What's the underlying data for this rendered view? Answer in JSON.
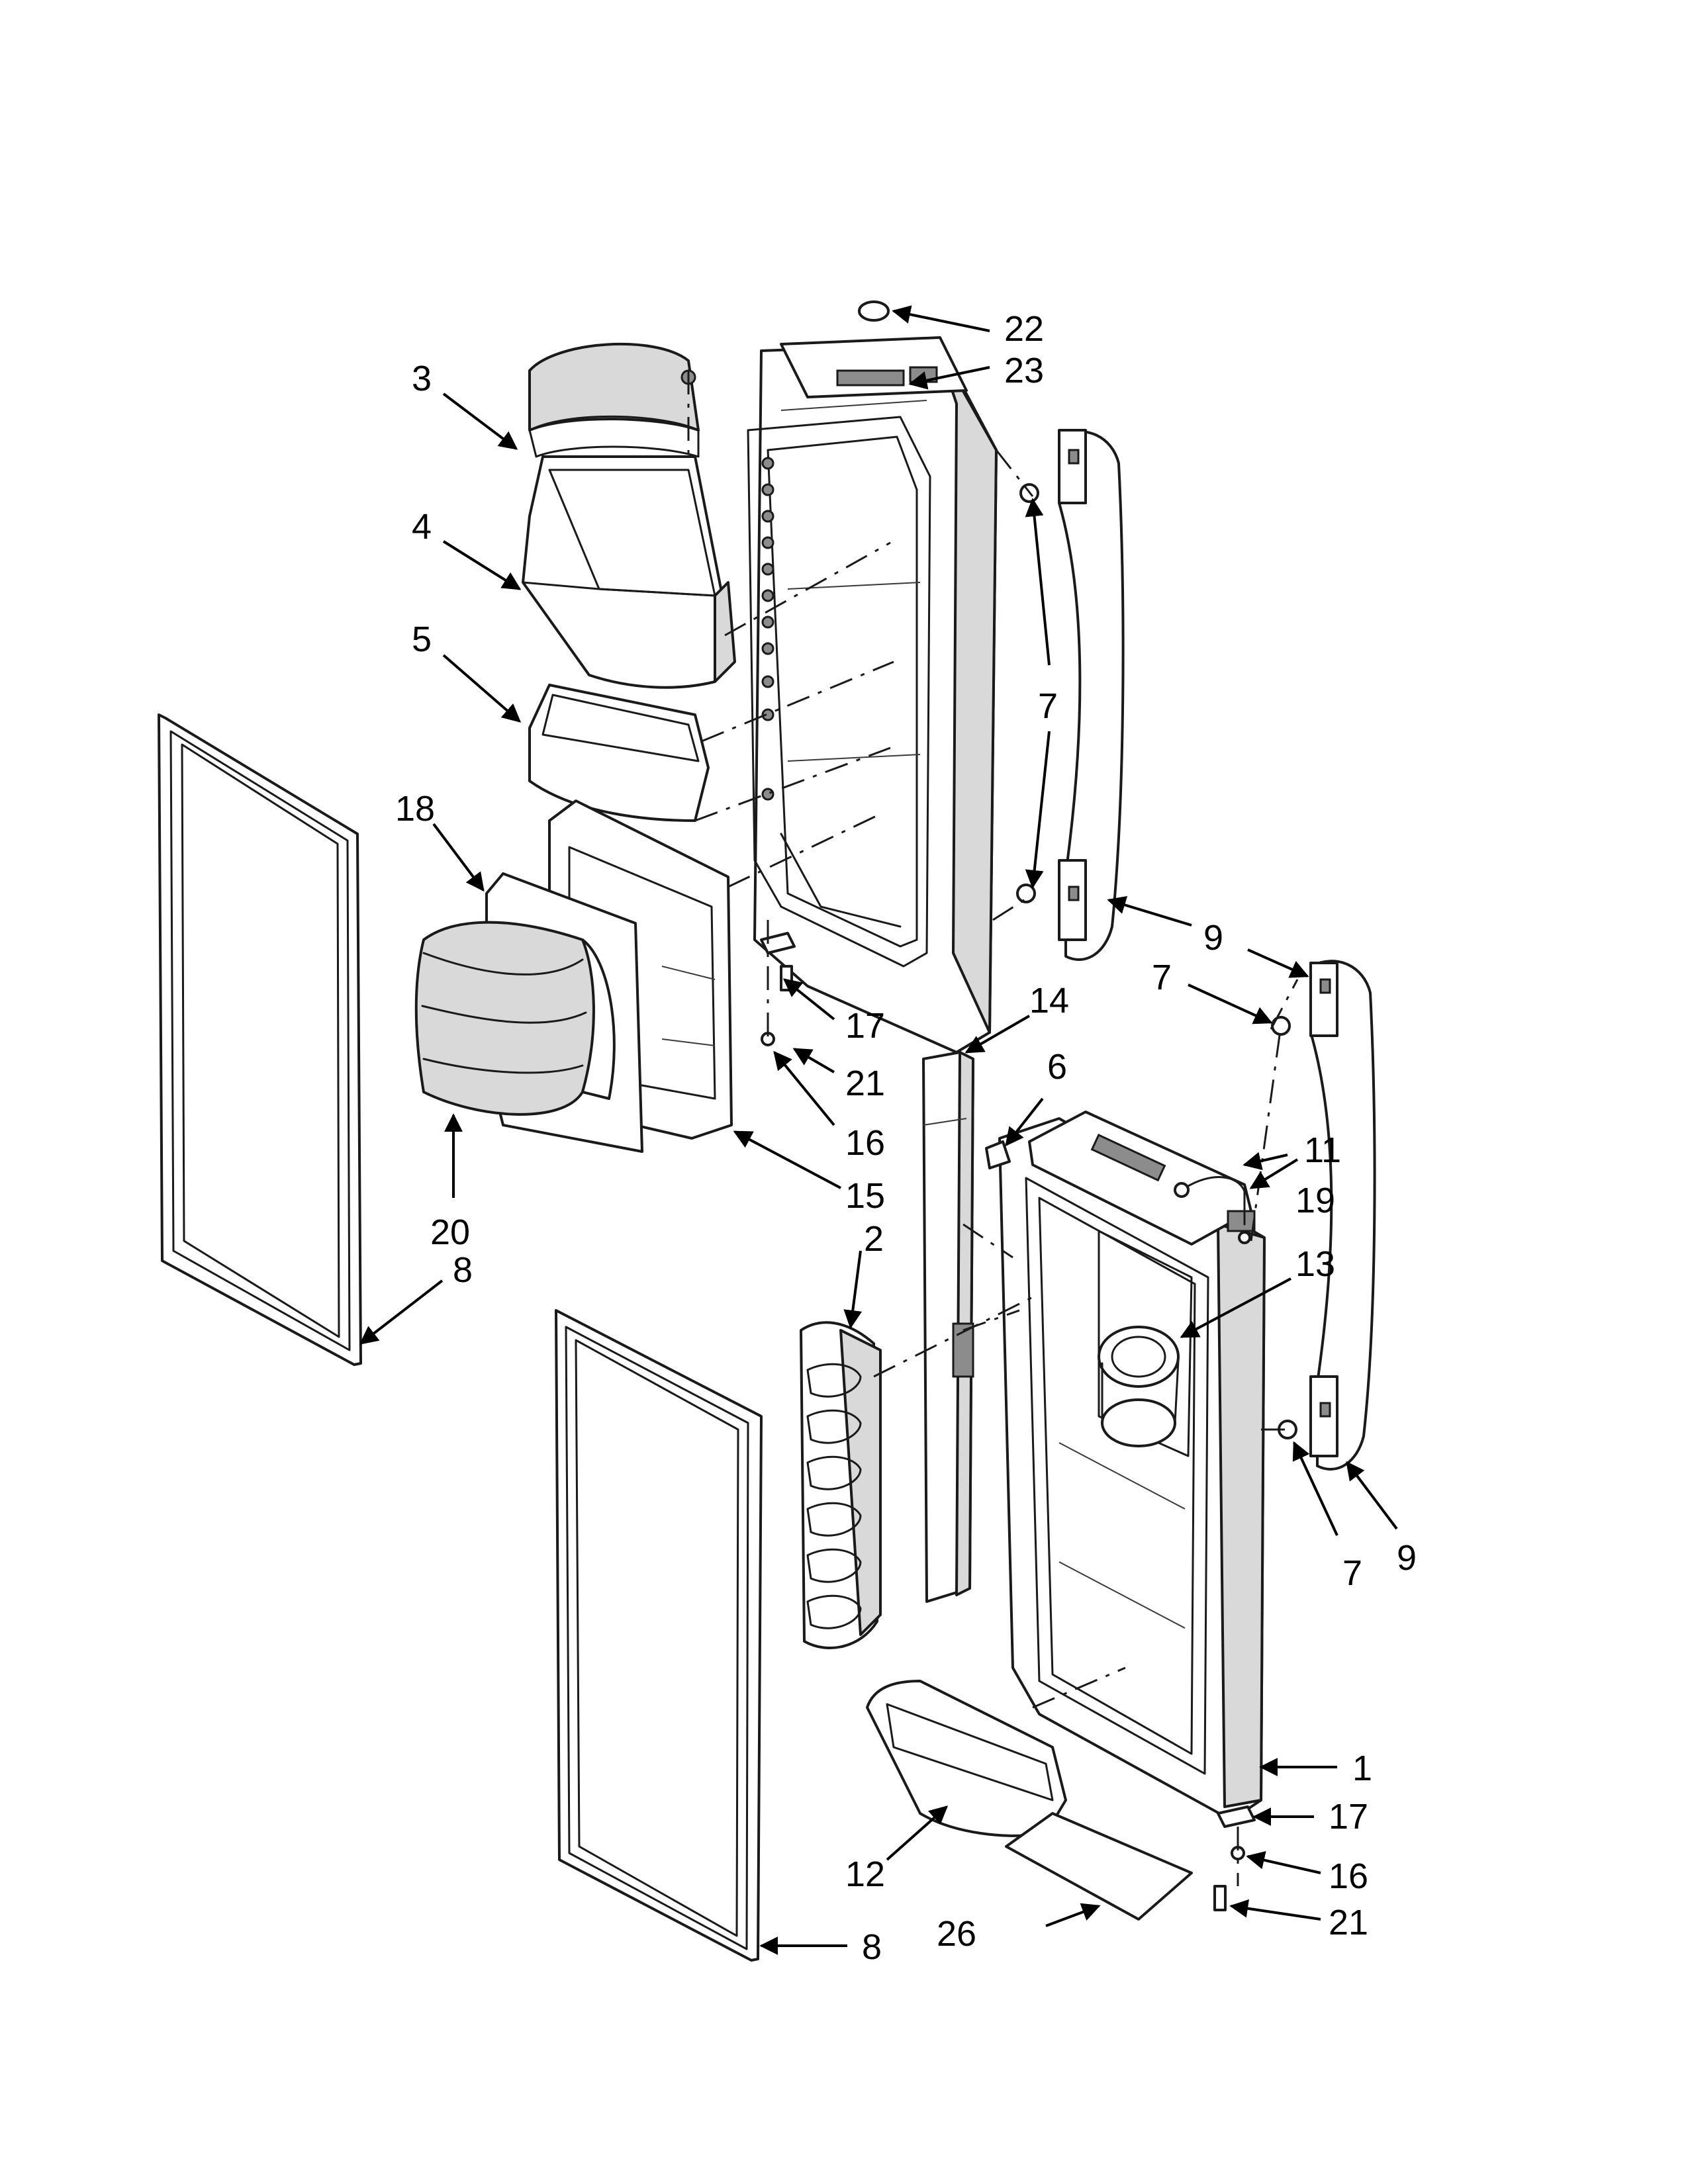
{
  "diagram": {
    "background": "#ffffff",
    "line_color": "#1a1a1a",
    "callouts": [
      "22",
      "23",
      "3",
      "4",
      "5",
      "7",
      "18",
      "17",
      "21",
      "16",
      "20",
      "15",
      "8",
      "9",
      "7",
      "14",
      "6",
      "11",
      "19",
      "2",
      "13",
      "9",
      "7",
      "1",
      "17",
      "12",
      "16",
      "21",
      "8",
      "26"
    ]
  }
}
